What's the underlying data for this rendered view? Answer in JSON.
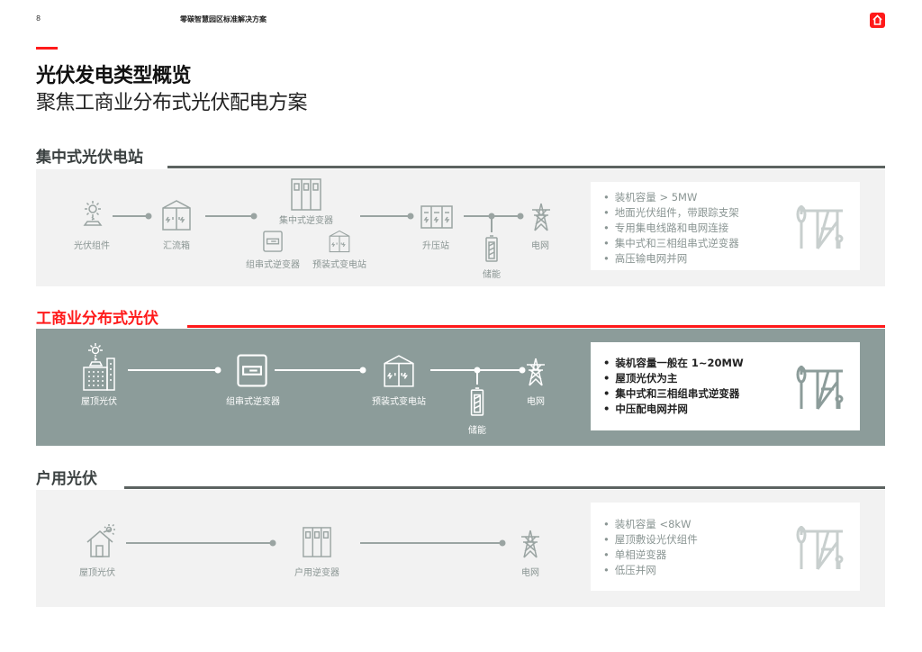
{
  "header": {
    "page_number": "8",
    "doc_title": "零碳智慧园区标准解决方案",
    "home_icon": "home-icon"
  },
  "title": "光伏发电类型概览",
  "subtitle": "聚焦工商业分布式光伏配电方案",
  "colors": {
    "accent": "#ff1a1a",
    "highlight_panel": "#8c9c9a",
    "panel": "#f2f2f2",
    "line": "#5c6361"
  },
  "sections": [
    {
      "heading": "集中式光伏电站",
      "nodes": {
        "pv": "光伏组件",
        "combiner": "汇流箱",
        "central_inverter": "集中式逆变器",
        "string_inverter": "组串式逆变器",
        "prefab_substation": "预装式变电站",
        "stepup": "升压站",
        "storage": "储能",
        "grid": "电网"
      },
      "features": [
        "装机容量 > 5MW",
        "地面光伏组件，带跟踪支架",
        "专用集电线路和电网连接",
        "集中式和三相组串式逆变器",
        "高压输电网并网"
      ]
    },
    {
      "heading": "工商业分布式光伏",
      "nodes": {
        "rooftop": "屋顶光伏",
        "string_inverter": "组串式逆变器",
        "prefab_substation": "预装式变电站",
        "storage": "储能",
        "grid": "电网"
      },
      "features": [
        "装机容量一般在 1~20MW",
        "屋顶光伏为主",
        "集中式和三相组串式逆变器",
        "中压配电网并网"
      ]
    },
    {
      "heading": "户用光伏",
      "nodes": {
        "rooftop": "屋顶光伏",
        "home_inverter": "户用逆变器",
        "grid": "电网"
      },
      "features": [
        "装机容量 <8kW",
        "屋顶敷设光伏组件",
        "单相逆变器",
        "低压并网"
      ]
    }
  ]
}
